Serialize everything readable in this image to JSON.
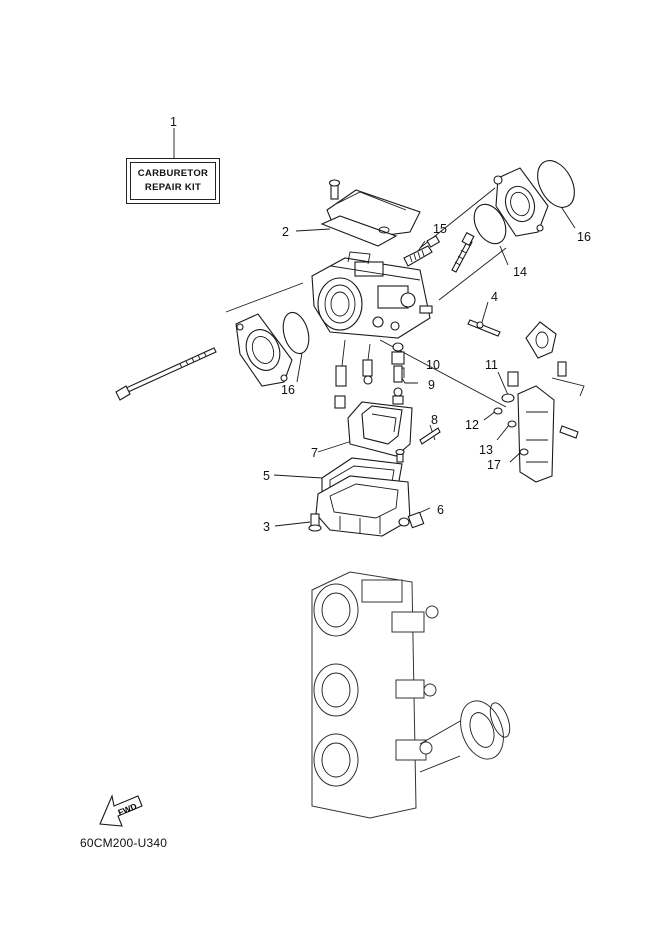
{
  "kit": {
    "line1": "CARBURETOR",
    "line2": "REPAIR KIT"
  },
  "callouts": {
    "c1": "1",
    "c2": "2",
    "c3": "3",
    "c4": "4",
    "c5": "5",
    "c6": "6",
    "c7": "7",
    "c8": "8",
    "c9": "9",
    "c10": "10",
    "c11": "11",
    "c12": "12",
    "c13": "13",
    "c14": "14",
    "c15": "15",
    "c16a": "16",
    "c16b": "16",
    "c17": "17"
  },
  "fwd_label": "FWD",
  "diagram_code": "60CM200-U340"
}
